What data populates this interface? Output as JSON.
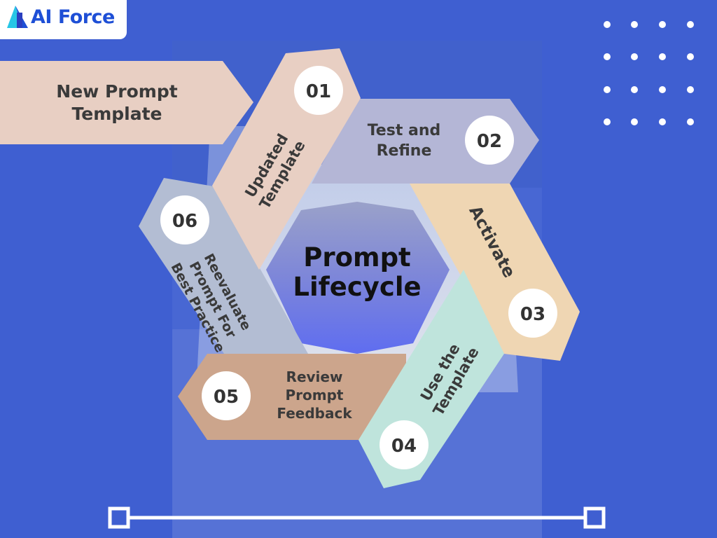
{
  "brand": {
    "name": "AI Force",
    "logo_icon": "ai-force-logo-icon"
  },
  "title": {
    "line1": "Prompt",
    "line2": "Lifecycle"
  },
  "entry": {
    "line1": "New Prompt",
    "line2": "Template"
  },
  "steps": [
    {
      "number": "01",
      "lines": [
        "Updated",
        "Template"
      ]
    },
    {
      "number": "02",
      "lines": [
        "Test and",
        "Refine"
      ]
    },
    {
      "number": "03",
      "lines": [
        "Activate"
      ]
    },
    {
      "number": "04",
      "lines": [
        "Use the",
        "Template"
      ]
    },
    {
      "number": "05",
      "lines": [
        "Review",
        "Prompt",
        "Feedback"
      ]
    },
    {
      "number": "06",
      "lines": [
        "Reevaluate",
        "Prompt For",
        "Best Practice"
      ]
    }
  ],
  "colors": {
    "background": "#3f5fd1",
    "step_01": "#e8cfc3",
    "step_02": "#b4b6d6",
    "step_03": "#efd6b3",
    "step_04": "#bfe4dc",
    "step_05": "#cca58c",
    "step_06": "#b3bdd3",
    "entry": "#e8cfc3",
    "text_dark": "#3a3a3a",
    "title_text": "#111111"
  }
}
